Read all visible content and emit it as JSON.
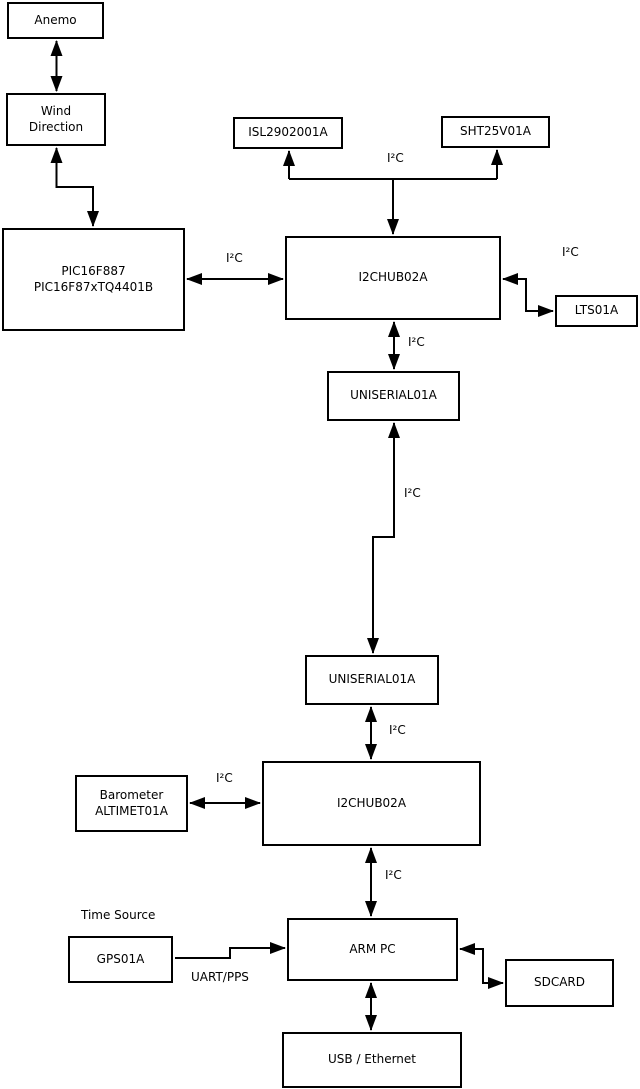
{
  "diagram": {
    "boxes": {
      "anemo": {
        "label": "Anemo"
      },
      "wind_direction": {
        "lines": [
          "Wind",
          "Direction"
        ]
      },
      "pic": {
        "lines": [
          "PIC16F887",
          "PIC16F87xTQ4401B"
        ]
      },
      "isl": {
        "label": "ISL2902001A"
      },
      "sht": {
        "label": "SHT25V01A"
      },
      "hub1": {
        "label": "I2CHUB02A"
      },
      "lts": {
        "label": "LTS01A"
      },
      "uniserial1": {
        "label": "UNISERIAL01A"
      },
      "uniserial2": {
        "label": "UNISERIAL01A"
      },
      "barometer": {
        "lines": [
          "Barometer",
          "ALTIMET01A"
        ]
      },
      "hub2": {
        "label": "I2CHUB02A"
      },
      "arm_pc": {
        "label": "ARM PC"
      },
      "gps": {
        "label": "GPS01A"
      },
      "sdcard": {
        "label": "SDCARD"
      },
      "usb_ethernet": {
        "label": "USB / Ethernet"
      }
    },
    "labels": {
      "i2c_top_bus": "I²C",
      "i2c_pic_link": "I²C",
      "i2c_lts_link": "I²C",
      "i2c_hub1_uniserial": "I²C",
      "i2c_long_link": "I²C",
      "i2c_uniserial_hub2": "I²C",
      "i2c_barometer_link": "I²C",
      "i2c_hub2_arm": "I²C",
      "time_source": "Time Source",
      "uart_pps": "UART/PPS"
    },
    "colors": {
      "line": "#000000",
      "box_fill": "#ffffff",
      "background": "#ffffff",
      "text": "#000000"
    }
  }
}
